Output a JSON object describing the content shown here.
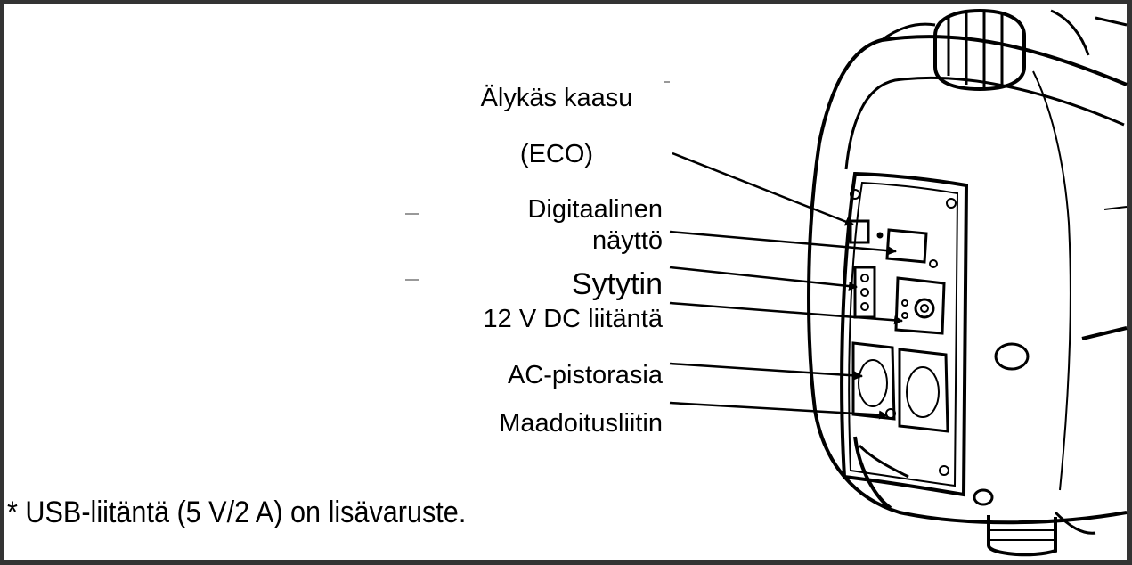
{
  "labels": {
    "eco_line1": "Älykäs kaasu",
    "eco_line2": "(ECO)",
    "display_line1": "Digitaalinen",
    "display_line2": "näyttö",
    "ignition": "Sytytin",
    "dc_outlet": "12 V DC liitäntä",
    "ac_outlet": "AC-pistorasia",
    "ground": "Maadoitusliitin"
  },
  "footnote": "* USB-liitäntä (5 V/2 A) on lisävaruste."
}
